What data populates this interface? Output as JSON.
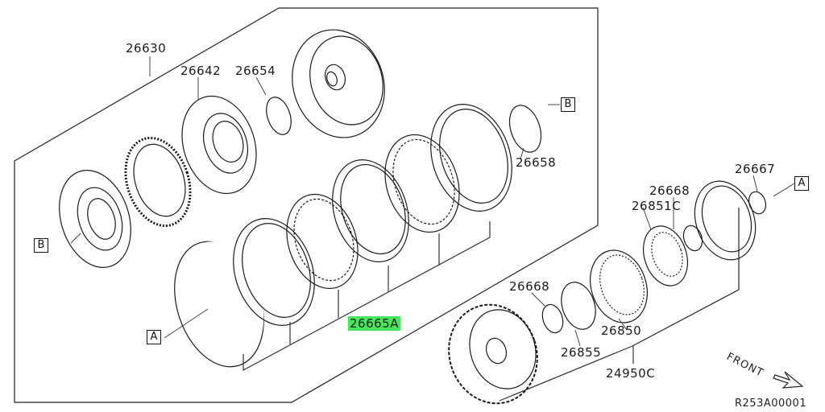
{
  "parts": {
    "p26630": "26630",
    "p26642": "26642",
    "p26654": "26654",
    "p26658": "26658",
    "p26665A": "26665A",
    "p26667": "26667",
    "p26668_top": "26668",
    "p26851C": "26851C",
    "p26668_bottom": "26668",
    "p26850": "26850",
    "p26855": "26855",
    "p24950C": "24950C"
  },
  "highlighted_part": "26665A",
  "highlight_color": "#44e85a",
  "markers": {
    "b_left": "B",
    "b_right": "B",
    "a_left": "A",
    "a_right": "A"
  },
  "direction_label": "FRONT",
  "diagram_ref": "R253A00001"
}
